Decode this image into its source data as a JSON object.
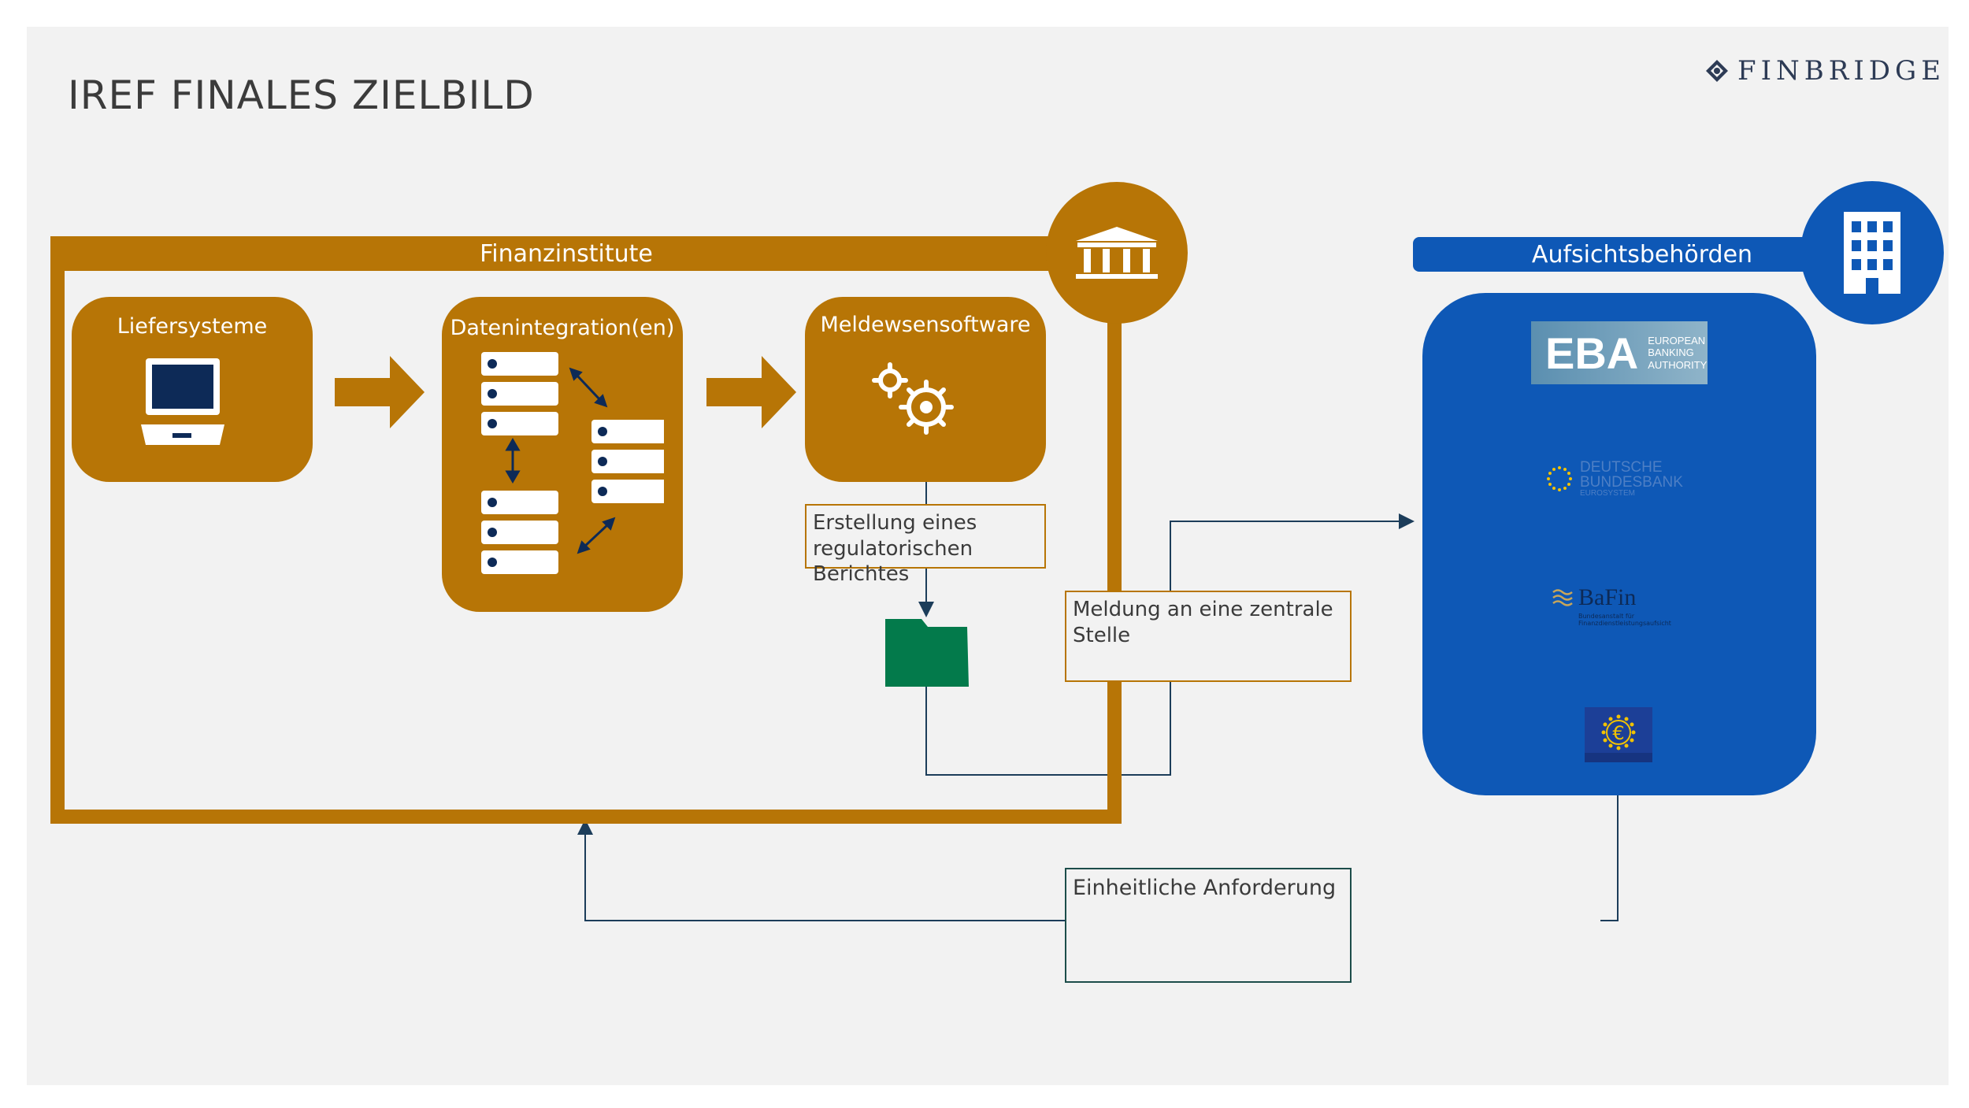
{
  "title": "IREF FINALES ZIELBILD",
  "logo": {
    "text": "FINBRIDGE",
    "icon": "finbridge-mark-icon"
  },
  "finanzinstitute": {
    "label": "Finanzinstitute",
    "icon": "bank-building-icon",
    "boxes": {
      "liefersysteme": {
        "label": "Liefersysteme",
        "icon": "laptop-icon"
      },
      "datenintegration": {
        "label": "Datenintegration(en)",
        "icon": "server-stack-icon"
      },
      "meldewesen": {
        "label": "Meldewsensoftware",
        "icon": "gears-icon"
      }
    },
    "note_bericht": "Erstellung eines regulatorischen Berichtes",
    "report_icon": "folder-icon"
  },
  "note_meldung": "Meldung an eine zentrale Stelle",
  "note_anforderung": "Einheitliche Anforderung",
  "aufsicht": {
    "label": "Aufsichtsbehörden",
    "icon": "office-building-icon",
    "eba": {
      "big": "EBA",
      "small": "EUROPEAN BANKING AUTHORITY"
    },
    "bundesbank": {
      "line1": "DEUTSCHE",
      "line2": "BUNDESBANK",
      "line3": "EUROSYSTEM"
    },
    "bafin": {
      "name": "BaFin",
      "sub1": "Bundesanstalt für",
      "sub2": "Finanzdienstleistungsaufsicht"
    },
    "ecb_icon": "euro-flag-icon"
  },
  "colors": {
    "gold": "#b77506",
    "blue": "#0e58b6",
    "green": "#037a4b",
    "line": "#1c4d6b"
  }
}
